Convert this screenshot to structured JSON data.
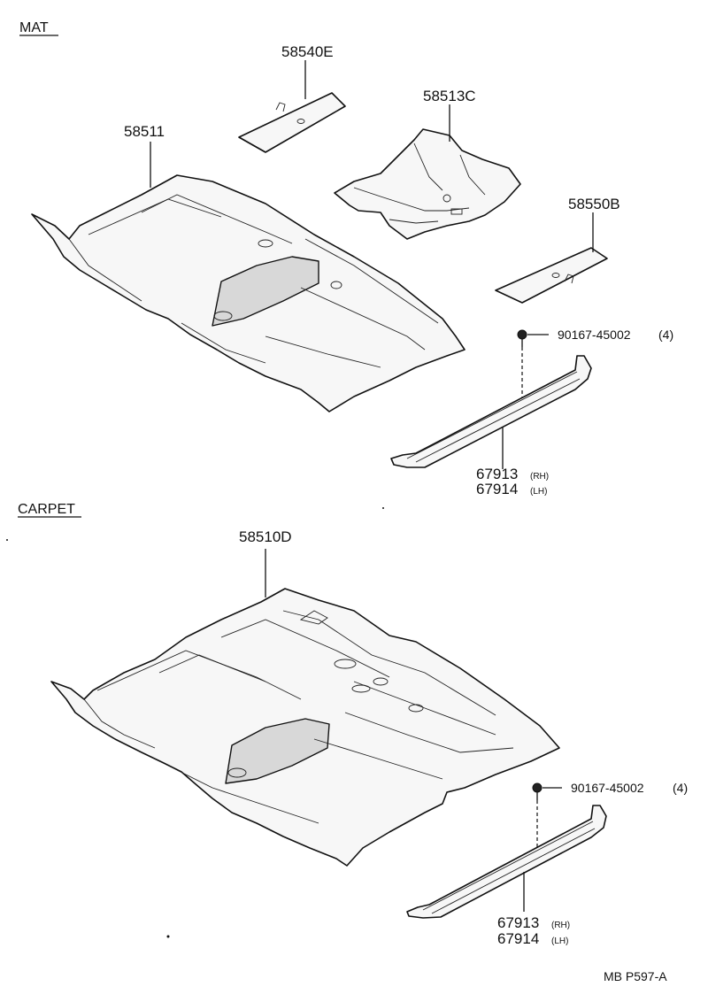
{
  "sections": {
    "mat": "MAT",
    "carpet": "CARPET"
  },
  "parts": {
    "mat_rear": "58511",
    "mat_pad_top": "58540E",
    "mat_front": "58513C",
    "mat_pad_right": "58550B",
    "screw_mat": "90167-45002",
    "screw_mat_qty": "(4)",
    "scuff_mat_rh": "67913",
    "scuff_mat_rh_side": "(RH)",
    "scuff_mat_lh": "67914",
    "scuff_mat_lh_side": "(LH)",
    "carpet": "58510D",
    "screw_carpet": "90167-45002",
    "screw_carpet_qty": "(4)",
    "scuff_carpet_rh": "67913",
    "scuff_carpet_rh_side": "(RH)",
    "scuff_carpet_lh": "67914",
    "scuff_carpet_lh_side": "(LH)"
  },
  "reference": "MB P597-A"
}
